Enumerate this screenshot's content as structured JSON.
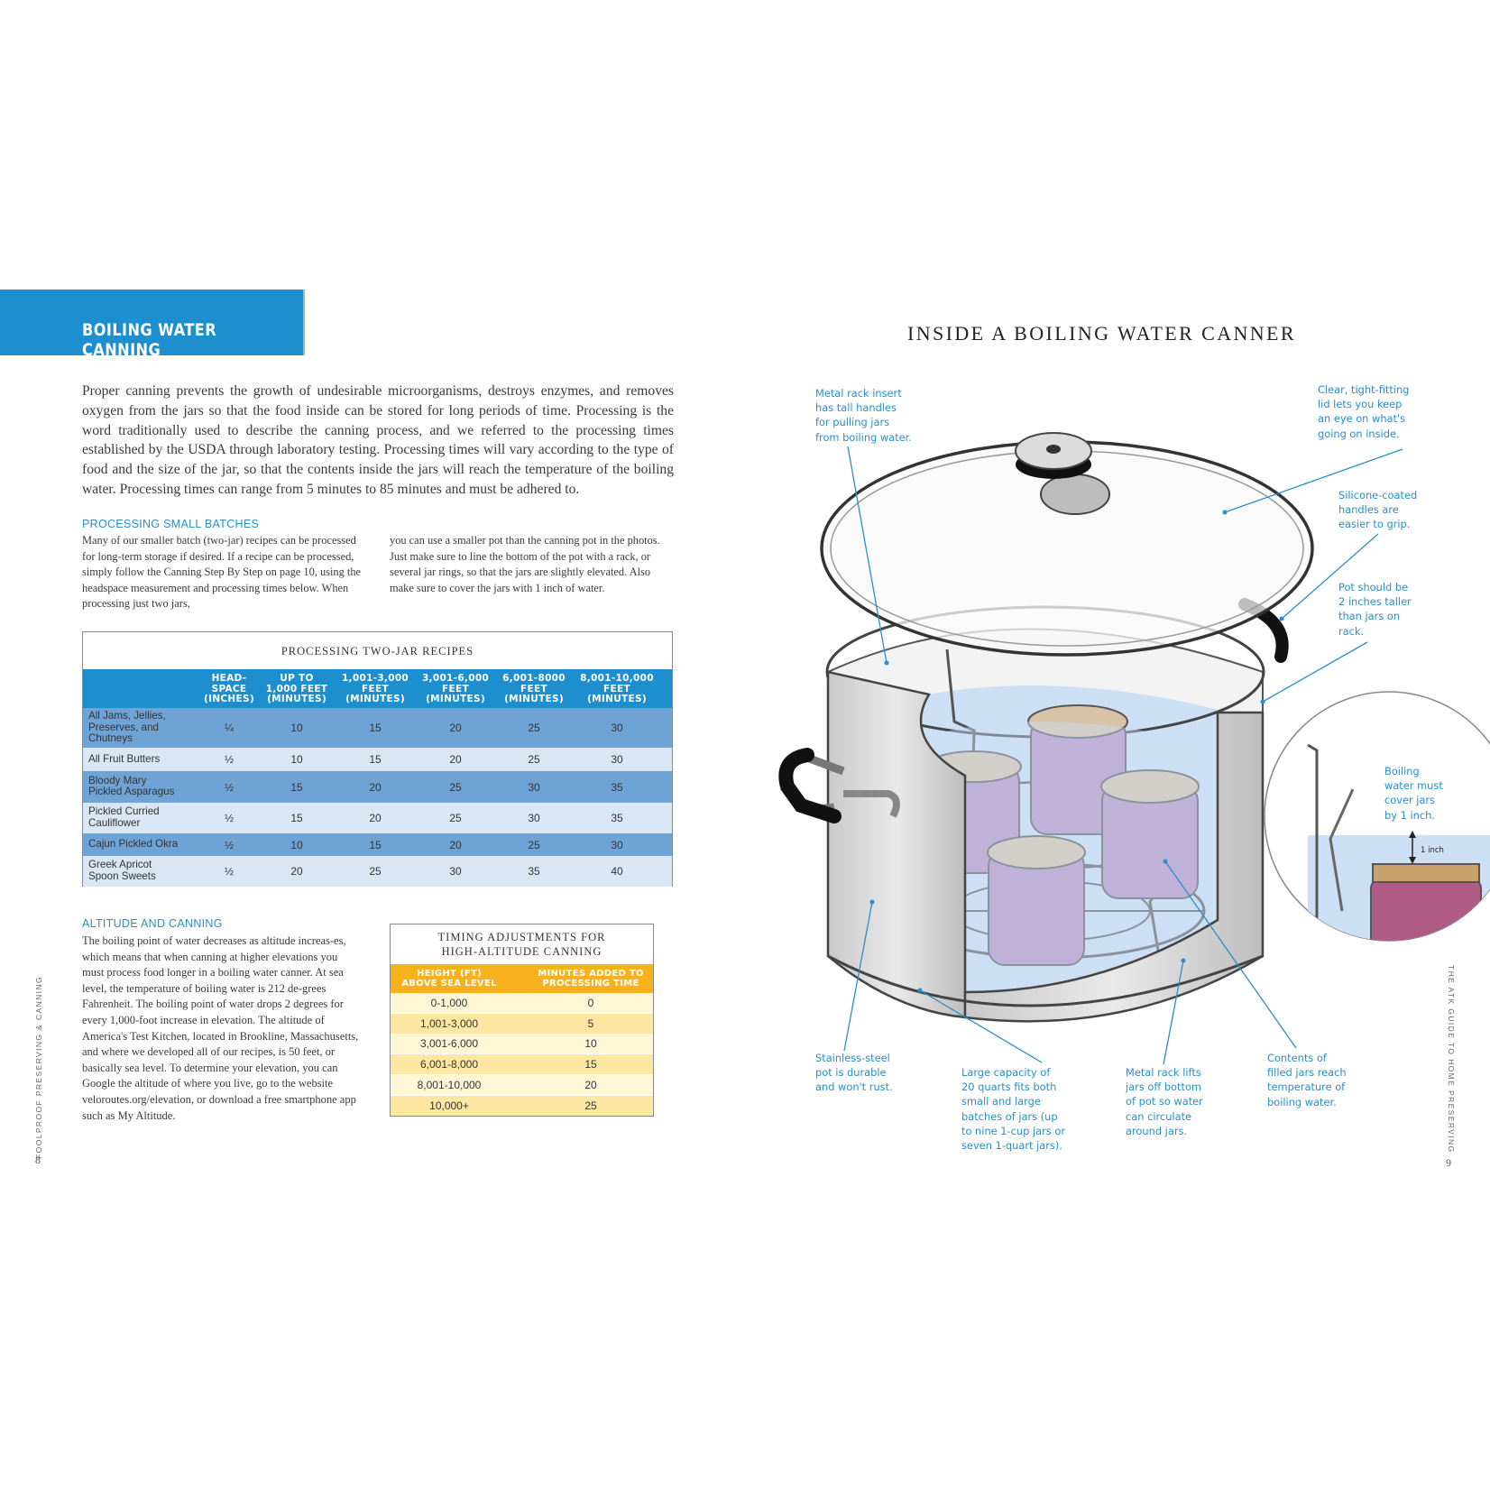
{
  "left_page": {
    "section_title": "BOILING WATER CANNING",
    "intro": "Proper canning prevents the growth of undesirable microorganisms, destroys enzymes, and removes oxygen from the jars so that the food inside can be stored for long periods of time. Processing is the word traditionally used to describe the canning process, and we referred to the processing times established by the USDA through laboratory testing. Processing times will vary according to the type of food and the size of the jar, so that the contents inside the jars will reach the temperature of the boiling water. Processing times can range from 5 minutes to 85 minutes and must be adhered to.",
    "small_batches": {
      "heading": "PROCESSING SMALL BATCHES",
      "col1": "Many of our smaller batch (two-jar) recipes can be processed for long-term storage if desired. If a recipe can be processed, simply follow the Canning Step By Step on page 10, using the headspace measurement and processing times below. When processing just two jars,",
      "col2": "you can use a smaller pot than the canning pot in the photos. Just make sure to line the bottom of the pot with a rack, or several jar rings, so that the jars are slightly elevated. Also make sure to cover the jars with 1 inch of water."
    },
    "two_jar_table": {
      "title": "PROCESSING TWO-JAR RECIPES",
      "headers": [
        [
          "HEAD-",
          "SPACE",
          "(INCHES)"
        ],
        [
          "UP TO",
          "1,000 FEET",
          "(MINUTES)"
        ],
        [
          "1,001-3,000",
          "FEET",
          "(MINUTES)"
        ],
        [
          "3,001-6,000",
          "FEET",
          "(MINUTES)"
        ],
        [
          "6,001-8000",
          "FEET",
          "(MINUTES)"
        ],
        [
          "8,001-10,000",
          "FEET",
          "(MINUTES)"
        ]
      ],
      "rows": [
        {
          "name": [
            "All Jams, Jellies,",
            "Preserves, and",
            "Chutneys"
          ],
          "values": [
            "¼",
            "10",
            "15",
            "20",
            "25",
            "30"
          ]
        },
        {
          "name": [
            "All Fruit Butters"
          ],
          "values": [
            "½",
            "10",
            "15",
            "20",
            "25",
            "30"
          ]
        },
        {
          "name": [
            "Bloody Mary",
            "Pickled Asparagus"
          ],
          "values": [
            "½",
            "15",
            "20",
            "25",
            "30",
            "35"
          ]
        },
        {
          "name": [
            "Pickled Curried",
            "Cauliflower"
          ],
          "values": [
            "½",
            "15",
            "20",
            "25",
            "30",
            "35"
          ]
        },
        {
          "name": [
            "Cajun Pickled Okra"
          ],
          "values": [
            "½",
            "10",
            "15",
            "20",
            "25",
            "30"
          ]
        },
        {
          "name": [
            "Greek Apricot",
            "Spoon Sweets"
          ],
          "values": [
            "½",
            "20",
            "25",
            "30",
            "35",
            "40"
          ]
        }
      ]
    },
    "altitude": {
      "heading": "ALTITUDE AND CANNING",
      "text": "The boiling point of water decreases as altitude increas-es, which means that when canning at higher elevations you must process food longer in a boiling water canner. At sea level, the temperature of boiling water is 212 de-grees Fahrenheit. The boiling point of water drops 2 degrees for every 1,000-foot increase in elevation. The altitude of America's Test Kitchen, located in Brookline, Massachusetts, and where we developed all of our recipes, is 50 feet, or basically sea level. To determine your elevation, you can Google the altitude of where you live, go to the website veloroutes.org/elevation, or download a free smartphone app such as My Altitude."
    },
    "altitude_table": {
      "title": [
        "TIMING ADJUSTMENTS FOR",
        "HIGH-ALTITUDE CANNING"
      ],
      "headers": [
        [
          "HEIGHT (FT)",
          "ABOVE SEA LEVEL"
        ],
        [
          "MINUTES ADDED TO",
          "PROCESSING TIME"
        ]
      ],
      "rows": [
        [
          "0-1,000",
          "0"
        ],
        [
          "1,001-3,000",
          "5"
        ],
        [
          "3,001-6,000",
          "10"
        ],
        [
          "6,001-8,000",
          "15"
        ],
        [
          "8,001-10,000",
          "20"
        ],
        [
          "10,000+",
          "25"
        ]
      ]
    },
    "running_head": "FOOLPROOF PRESERVING & CANNING",
    "page_number": "8"
  },
  "right_page": {
    "title": "INSIDE A BOILING WATER CANNER",
    "callouts": {
      "rack_insert": [
        "Metal rack insert",
        "has tall handles",
        "for pulling jars",
        "from boiling water."
      ],
      "lid": [
        "Clear, tight-fitting",
        "lid lets you keep",
        "an eye on what's",
        "going on inside."
      ],
      "handles": [
        "Silicone-coated",
        "handles are",
        "easier to grip."
      ],
      "pot_height": [
        "Pot should be",
        "2 inches taller",
        "than jars on",
        "rack."
      ],
      "cover": [
        "Boiling",
        "water must",
        "cover jars",
        "by 1 inch."
      ],
      "inch": "1 inch",
      "steel": [
        "Stainless-steel",
        "pot is durable",
        "and won't rust."
      ],
      "capacity": [
        "Large capacity of",
        "20 quarts fits both",
        "small and large",
        "batches of jars (up",
        "to nine 1-cup jars or",
        "seven 1-quart jars)."
      ],
      "rack_lifts": [
        "Metal rack lifts",
        "jars off bottom",
        "of pot so water",
        "can circulate",
        "around jars."
      ],
      "contents": [
        "Contents of",
        "filled jars reach",
        "temperature of",
        "boiling water."
      ]
    },
    "running_head": "THE ATK GUIDE TO HOME PRESERVING",
    "page_number": "9"
  }
}
